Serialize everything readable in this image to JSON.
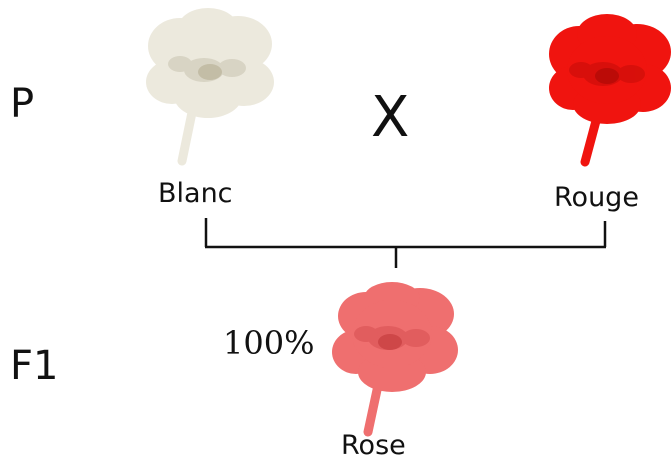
{
  "generations": {
    "parent": "P",
    "first_filial": "F1"
  },
  "cross_symbol": "X",
  "parents": [
    {
      "label": "Blanc",
      "color": "#ece9dd",
      "shade": "#c8c3b0",
      "center": "#b5ae93"
    },
    {
      "label": "Rouge",
      "color": "#f0140f",
      "shade": "#c50c08",
      "center": "#a80805"
    }
  ],
  "offspring": {
    "label": "Rose",
    "percent": "100%",
    "color": "#ef6f6f",
    "shade": "#d64f51",
    "center": "#c2383b"
  },
  "line_color": "#111111"
}
